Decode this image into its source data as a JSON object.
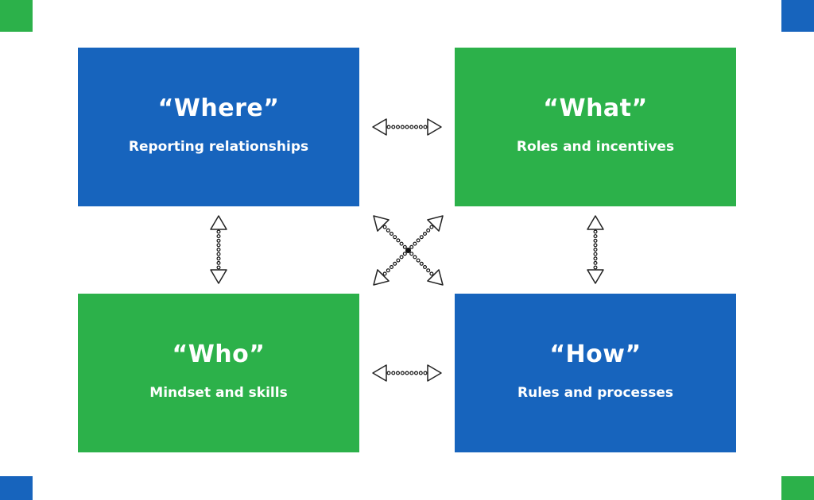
{
  "colors": {
    "blue": "#1764bd",
    "green": "#2cb14a",
    "arrow_stroke": "#222222",
    "dot": "#111111"
  },
  "boxes": {
    "where": {
      "title": "“Where”",
      "subtitle": "Reporting relationships",
      "color": "blue"
    },
    "what": {
      "title": "“What”",
      "subtitle": "Roles and incentives",
      "color": "green"
    },
    "who": {
      "title": "“Who”",
      "subtitle": "Mindset and skills",
      "color": "green"
    },
    "how": {
      "title": "“How”",
      "subtitle": "Rules and processes",
      "color": "blue"
    }
  },
  "corners": {
    "top_left": "green",
    "top_right": "blue",
    "bottom_left": "blue",
    "bottom_right": "green"
  },
  "connectors": [
    {
      "from": "where",
      "to": "what",
      "style": "dotted-double-arrow"
    },
    {
      "from": "who",
      "to": "how",
      "style": "dotted-double-arrow"
    },
    {
      "from": "where",
      "to": "who",
      "style": "dotted-double-arrow"
    },
    {
      "from": "what",
      "to": "how",
      "style": "dotted-double-arrow"
    },
    {
      "from": "where",
      "to": "how",
      "style": "dotted-double-arrow"
    },
    {
      "from": "what",
      "to": "who",
      "style": "dotted-double-arrow"
    }
  ]
}
